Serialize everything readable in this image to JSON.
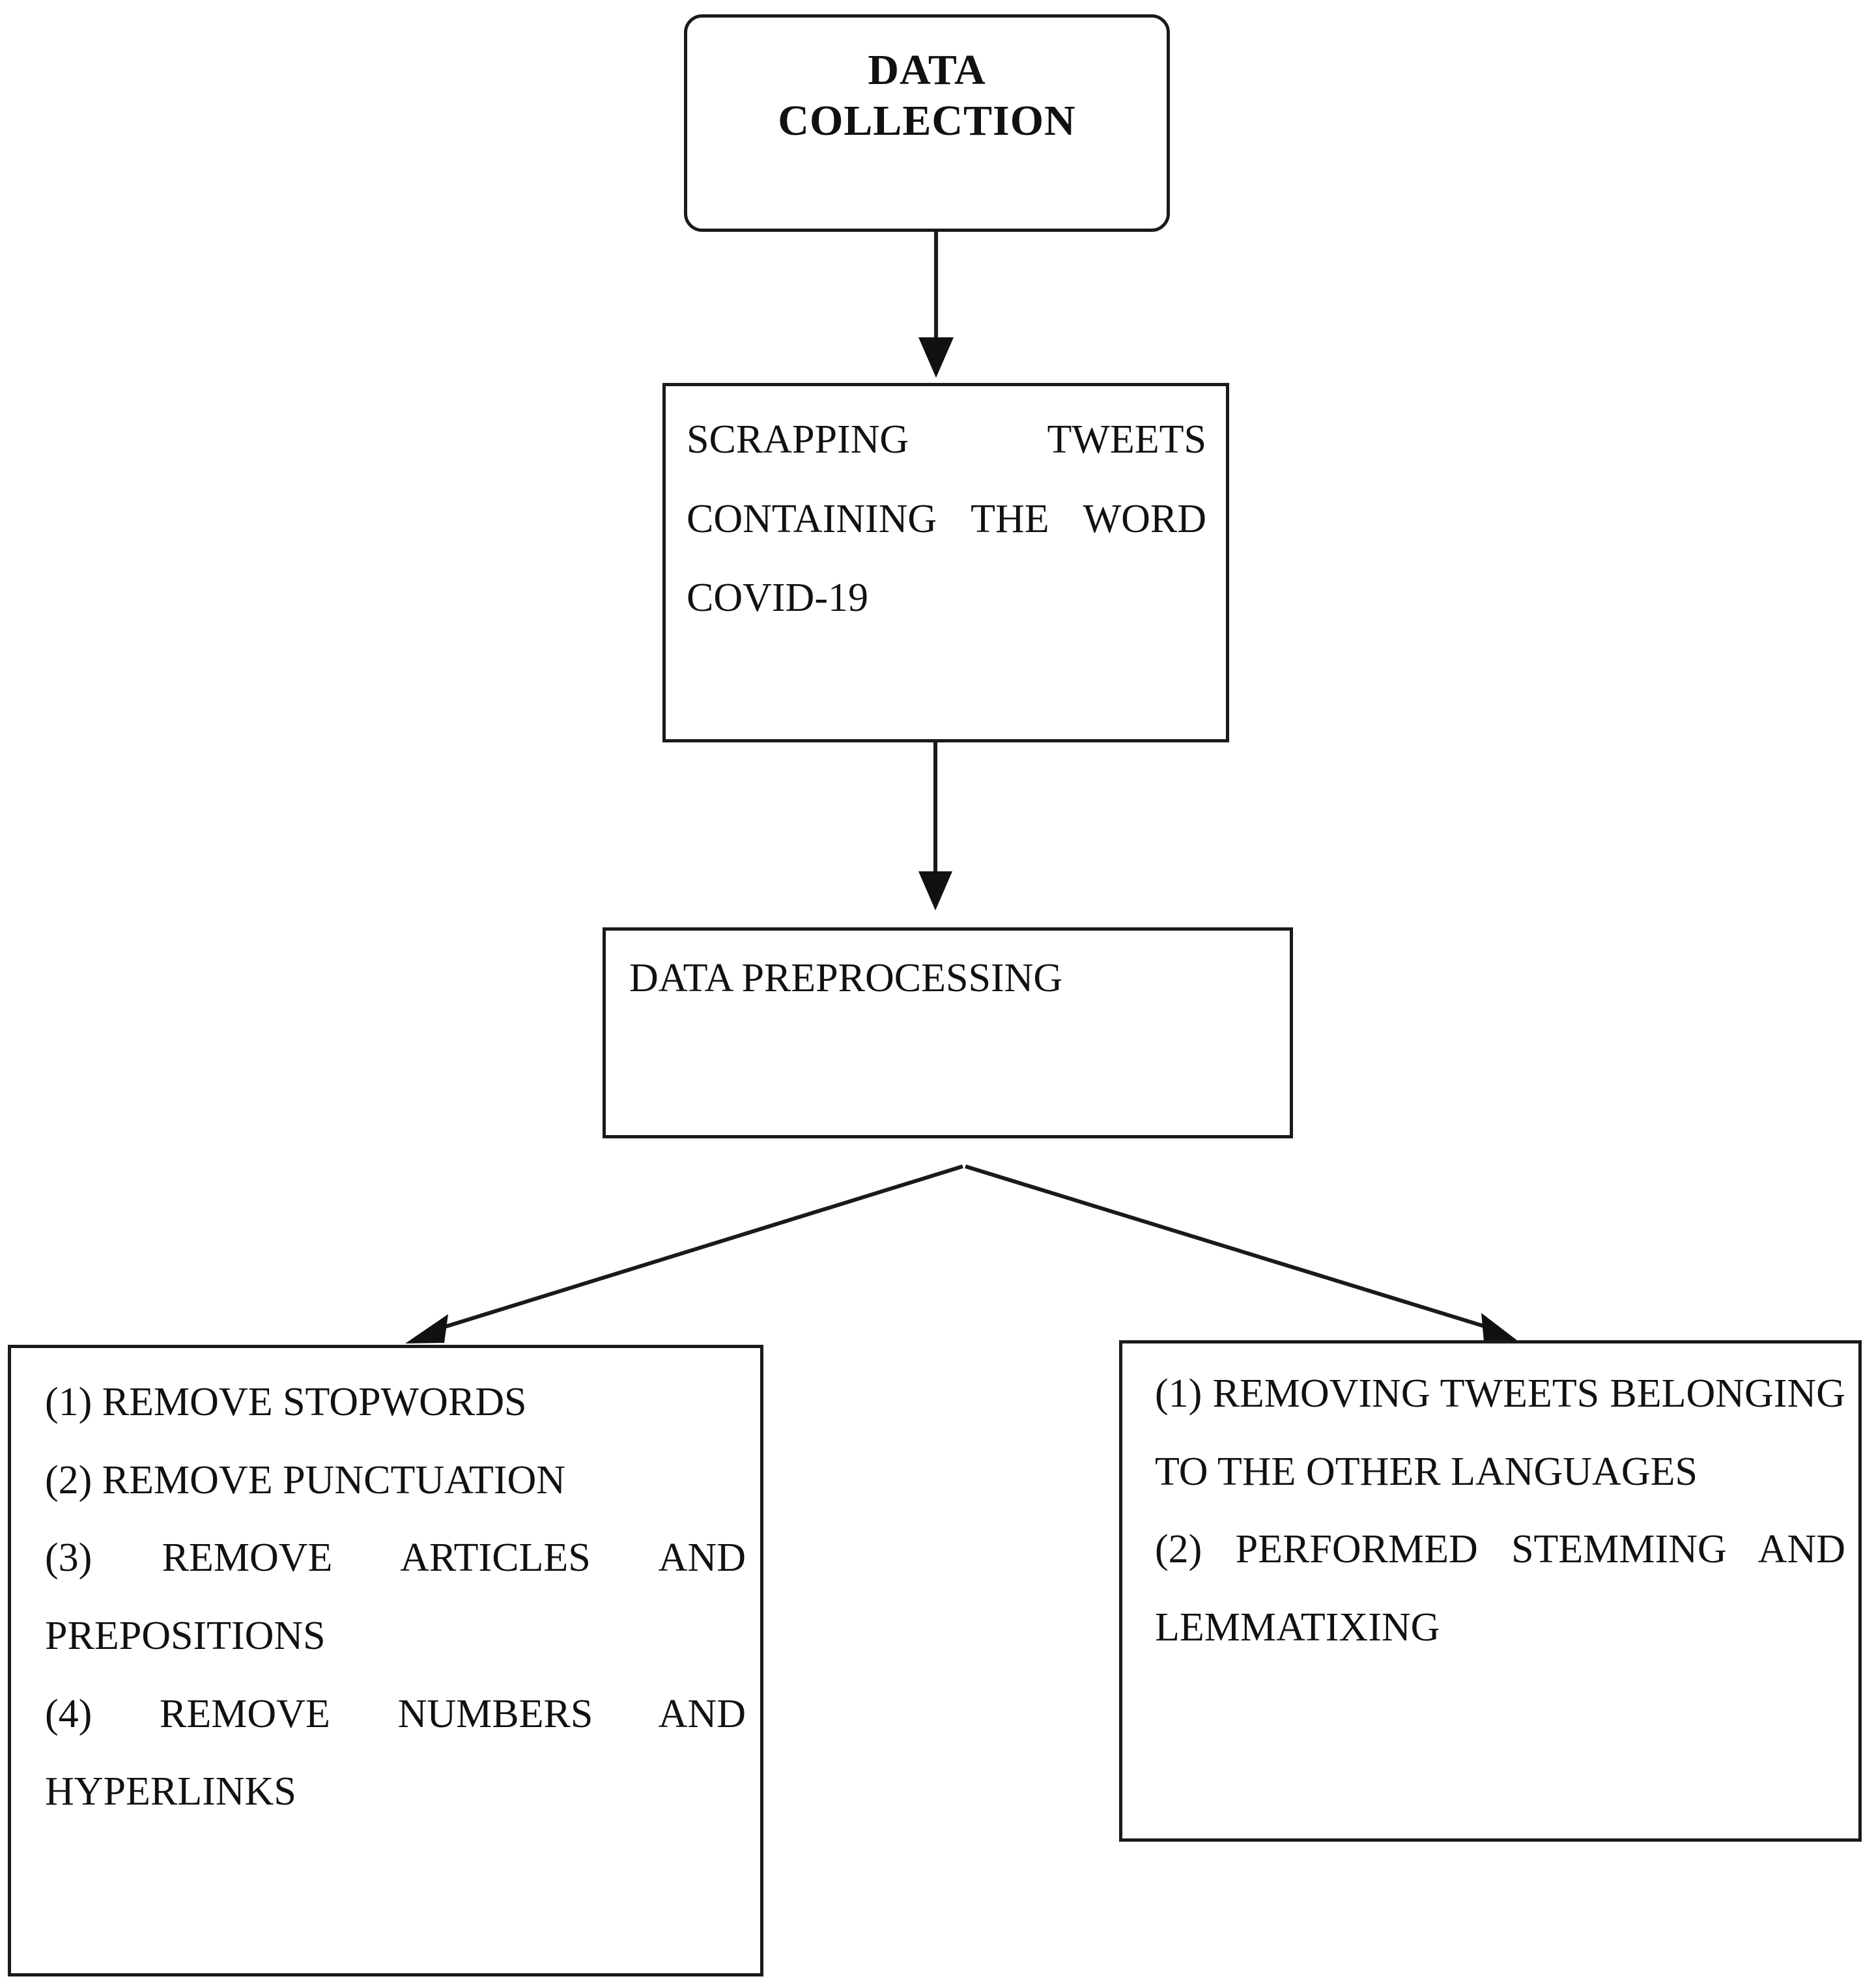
{
  "diagram": {
    "title": "Data collection and preprocessing flowchart",
    "background_color": "#ffffff",
    "line_color": "#1a1a1a",
    "nodes": {
      "data_collection": {
        "label": "DATA\nCOLLECTION",
        "shape": "rounded-rectangle"
      },
      "scrapping": {
        "label": "SCRAPPING TWEETS CONTAINING THE WORD COVID-19",
        "shape": "rectangle"
      },
      "preprocessing": {
        "label": "DATA PREPROCESSING",
        "shape": "rectangle"
      },
      "cleaning_steps": {
        "label": "(1) REMOVE STOPWORDS\n(2) REMOVE PUNCTUATION\n(3) REMOVE ARTICLES AND PREPOSITIONS\n(4) REMOVE NUMBERS AND HYPERLINKS",
        "shape": "rectangle",
        "items": [
          "(1) REMOVE STOPWORDS",
          "(2) REMOVE PUNCTUATION",
          "(3) REMOVE ARTICLES AND PREPOSITIONS",
          "(4) REMOVE NUMBERS AND HYPERLINKS"
        ]
      },
      "language_steps": {
        "label": "(1) REMOVING TWEETS BELONGING TO THE OTHER LANGUAGES\n(2) PERFORMED STEMMING AND LEMMATIXING",
        "shape": "rectangle",
        "items": [
          "(1) REMOVING TWEETS BELONGING TO THE OTHER LANGUAGES",
          "(2) PERFORMED STEMMING AND LEMMATIXING"
        ]
      }
    },
    "edges": [
      {
        "from": "data_collection",
        "to": "scrapping",
        "style": "straight-arrow-down"
      },
      {
        "from": "scrapping",
        "to": "preprocessing",
        "style": "straight-arrow-down"
      },
      {
        "from": "preprocessing",
        "to": "cleaning_steps",
        "style": "diagonal-arrow-down-left"
      },
      {
        "from": "preprocessing",
        "to": "language_steps",
        "style": "diagonal-arrow-down-right"
      }
    ]
  }
}
